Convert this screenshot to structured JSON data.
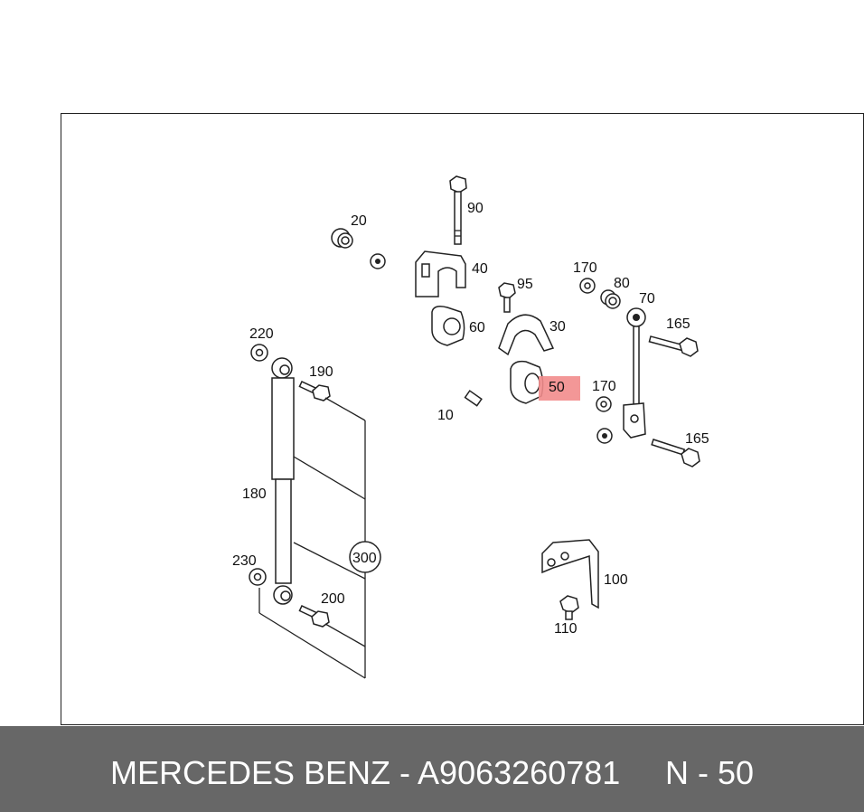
{
  "footer": {
    "brand_part": "MERCEDES BENZ - A9063260781",
    "ref": "N - 50",
    "background": "#676767",
    "text_color": "#ffffff"
  },
  "diagram": {
    "highlight_color": "#f28c8c",
    "highlighted_callout": "50",
    "callouts": {
      "c10": "10",
      "c20": "20",
      "c30": "30",
      "c40": "40",
      "c50": "50",
      "c60": "60",
      "c70": "70",
      "c80": "80",
      "c90": "90",
      "c95": "95",
      "c100": "100",
      "c110": "110",
      "c165a": "165",
      "c165b": "165",
      "c170a": "170",
      "c170b": "170",
      "c180": "180",
      "c190": "190",
      "c200": "200",
      "c220": "220",
      "c230": "230",
      "c300": "300"
    }
  }
}
